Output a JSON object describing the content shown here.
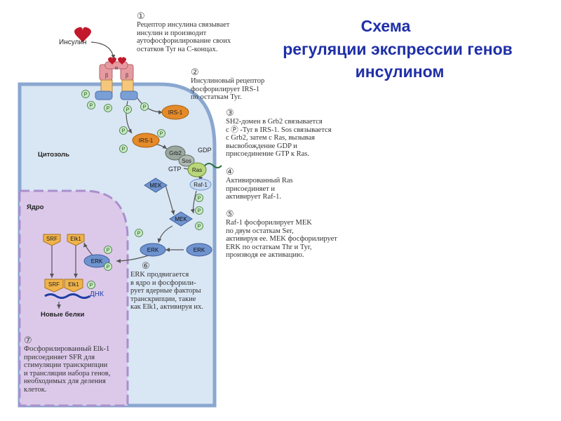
{
  "title": {
    "line1": "Схема",
    "line2": "регуляции экспрессии генов",
    "line3": "инсулином"
  },
  "labels": {
    "insulin": "Инсулин",
    "cytosol": "Цитозоль",
    "nucleus": "Ядро",
    "dna": "ДНК",
    "new_proteins": "Новые белки",
    "gdp": "GDP",
    "gtp": "GTP",
    "alpha": "α",
    "beta": "β"
  },
  "molecules": {
    "irs1": "IRS-1",
    "grb2": "Grb2",
    "sos": "Sos",
    "ras": "Ras",
    "raf1": "Raf-1",
    "mek": "MEK",
    "erk": "ERK",
    "srf": "SRF",
    "elk1": "Elk1",
    "p": "P"
  },
  "steps": [
    {
      "num": "①",
      "lines": [
        "Рецептор инсулина связывает",
        "инсулин и производит",
        "аутофосфорилирование своих",
        "остатков Tyr на С-концах."
      ]
    },
    {
      "num": "②",
      "lines": [
        "Инсулиновый рецептор",
        "фосфорилирует IRS-1",
        "по остаткам Tyr."
      ]
    },
    {
      "num": "③",
      "lines": [
        "SH2-домен в Grb2 связывается",
        "с Ⓟ -Tyr в IRS-1. Sos связывается",
        "с Grb2, затем с Ras, вызывая",
        "высвобождение GDP и",
        "присоединение GTP к Ras."
      ]
    },
    {
      "num": "④",
      "lines": [
        "Активированный Ras",
        "присоединяет и",
        "активирует Raf-1."
      ]
    },
    {
      "num": "⑤",
      "lines": [
        "Raf-1 фосфорилирует MEK",
        "по двум остаткам Ser,",
        "активируя ее. MEK фосфорилирует",
        "ERK по остаткам Thr и Tyr,",
        "производя ее активацию."
      ]
    },
    {
      "num": "⑥",
      "lines": [
        "ERK продвигается",
        "в ядро и фосфорили-",
        "рует ядерные факторы",
        "транскрипции, такие",
        "как Elk1, активируя их."
      ]
    },
    {
      "num": "⑦",
      "lines": [
        "Фосфорилированный Elk-1",
        "присоединяет SFR для",
        "стимуляции транскрипции",
        "и трансляции набора генов,",
        "необходимых для деления",
        "клеток."
      ]
    }
  ],
  "colors": {
    "title": "#1f2fa8",
    "cytoplasm": "#d9e6f4",
    "cell_membrane": "#8aa7d0",
    "nucleus": "#dcc9ea",
    "nucleus_border": "#a98fcc",
    "irs1": "#e58a2a",
    "mek_erk": "#6f93cf",
    "grb2": "#9aa8a0",
    "ras": "#b9d77a",
    "phosphate": "#c7e8c0",
    "insulin": "#c2182b"
  }
}
